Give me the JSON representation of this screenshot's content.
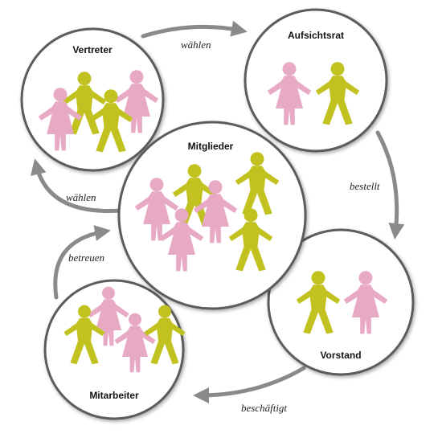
{
  "circles": {
    "vertreter": "Vertreter",
    "aufsichtsrat": "Aufsichtsrat",
    "mitglieder": "Mitglieder",
    "vorstand": "Vorstand",
    "mitarbeiter": "Mitarbeiter"
  },
  "arrows": {
    "vertreter_to_aufsichtsrat": "wählen",
    "aufsichtsrat_to_vorstand": "bestellt",
    "vorstand_to_mitarbeiter": "beschäftigt",
    "mitarbeiter_to_mitglieder": "betreuen",
    "mitglieder_to_vertreter": "wählen"
  },
  "colors": {
    "woman_figure": "#e7a9c3",
    "man_figure": "#c1c21f",
    "circle_stroke": "#5c5c5c",
    "arrow": "#8a8a8a"
  }
}
